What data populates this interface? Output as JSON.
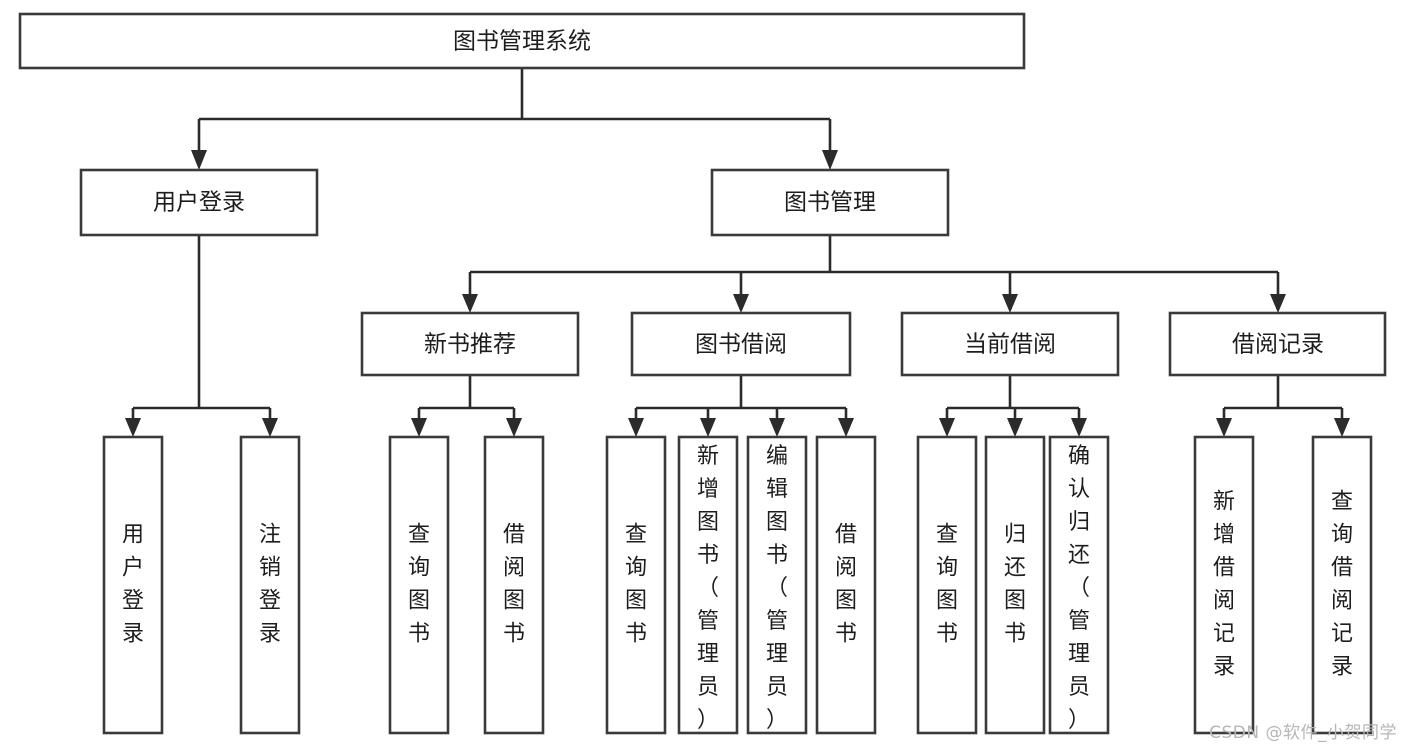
{
  "diagram": {
    "type": "tree-hierarchy",
    "title": "图书管理系统",
    "orientation": "top-down",
    "colors": {
      "box_stroke": "#3a3a3a",
      "box_fill": "#ffffff",
      "connector": "#2b2b2b",
      "text": "#1d1d1d",
      "watermark": "#b6b6b6",
      "background": "#ffffff"
    },
    "root": {
      "label": "图书管理系统"
    },
    "level2": [
      {
        "id": "user-login",
        "label": "用户登录"
      },
      {
        "id": "book-management",
        "label": "图书管理"
      }
    ],
    "level3": [
      {
        "id": "new-book-recommend",
        "label": "新书推荐",
        "parent": "book-management"
      },
      {
        "id": "book-borrow",
        "label": "图书借阅",
        "parent": "book-management"
      },
      {
        "id": "current-borrow",
        "label": "当前借阅",
        "parent": "book-management"
      },
      {
        "id": "borrow-record",
        "label": "借阅记录",
        "parent": "book-management"
      }
    ],
    "leaves": {
      "user-login": [
        {
          "id": "leaf-user-login",
          "label": "用户登录"
        },
        {
          "id": "leaf-user-logout",
          "label": "注销登录"
        }
      ],
      "new-book-recommend": [
        {
          "id": "leaf-query-book-1",
          "label": "查询图书"
        },
        {
          "id": "leaf-borrow-book-1",
          "label": "借阅图书"
        }
      ],
      "book-borrow": [
        {
          "id": "leaf-query-book-2",
          "label": "查询图书"
        },
        {
          "id": "leaf-add-book",
          "label": "新增图书（管理员）"
        },
        {
          "id": "leaf-edit-book",
          "label": "编辑图书（管理员）"
        },
        {
          "id": "leaf-borrow-book-2",
          "label": "借阅图书"
        }
      ],
      "current-borrow": [
        {
          "id": "leaf-query-book-3",
          "label": "查询图书"
        },
        {
          "id": "leaf-return-book",
          "label": "归还图书"
        },
        {
          "id": "leaf-confirm-return",
          "label": "确认归还（管理员）"
        }
      ],
      "borrow-record": [
        {
          "id": "leaf-add-record",
          "label": "新增借阅记录"
        },
        {
          "id": "leaf-query-record",
          "label": "查询借阅记录"
        }
      ]
    }
  },
  "watermark": {
    "text": "CSDN @软件_小贺同学"
  }
}
